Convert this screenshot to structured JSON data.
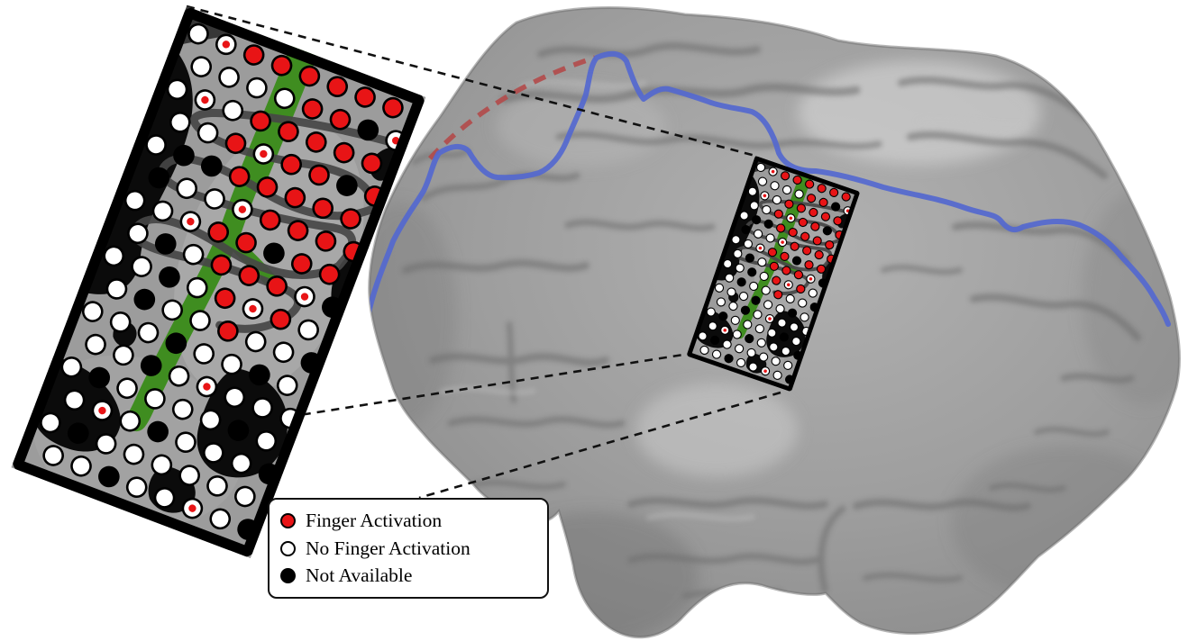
{
  "figure": {
    "background": "#ffffff",
    "content": "Brain surface render with implanted electrode grid, magnified grid inset and activation legend"
  },
  "legend": {
    "items": [
      {
        "label": "Finger Activation",
        "marker": "red-filled-circle",
        "color": "#e81416"
      },
      {
        "label": "No Finger Activation",
        "marker": "white-circle",
        "color": "#ffffff"
      },
      {
        "label": "Not Available",
        "marker": "black-filled-circle",
        "color": "#000000"
      }
    ]
  },
  "colors": {
    "finger_activation": "#e81416",
    "no_finger_activation": "#ffffff",
    "not_available": "#000000",
    "activation_dot": "#e81416",
    "central_sulcus_green": "#3f8d20",
    "sulcus_outline_gray": "#474747",
    "boundary_line_blue": "#5468cf",
    "midline_dashed_red": "#b34a4a",
    "grid_border": "#000000",
    "brain_base_gray": "#9c9c9c"
  },
  "electrode_grid": {
    "rows": 16,
    "cols": 8,
    "state_codes": {
      "R": "finger-activation",
      "W": "no-finger-activation",
      "K": "not-available",
      "D": "white-with-small-red-dot"
    },
    "matrix": [
      "WDRRRRRR",
      "WWWWRRKD",
      "WDWRRRRR",
      "WWRDRRKR",
      "WKKRRRRR",
      "KWWDRRRR",
      "WWDRRKRR",
      "WKWRRRDK",
      "WWKWRDRW",
      "WKWWRWWK",
      "WWWKWWKW",
      "WWKWDWWW",
      "WKWWWWKW",
      "WDWKWWWK",
      "WKWWWWWW",
      "WWKWWDWK"
    ]
  },
  "overlays": {
    "green_band": "central-sulcus-highlight",
    "gray_squiggle": "hand-drawn-sulcus-outline",
    "blue_line": "cortical-boundary-trace",
    "red_dashed_line": "midline-arc"
  }
}
